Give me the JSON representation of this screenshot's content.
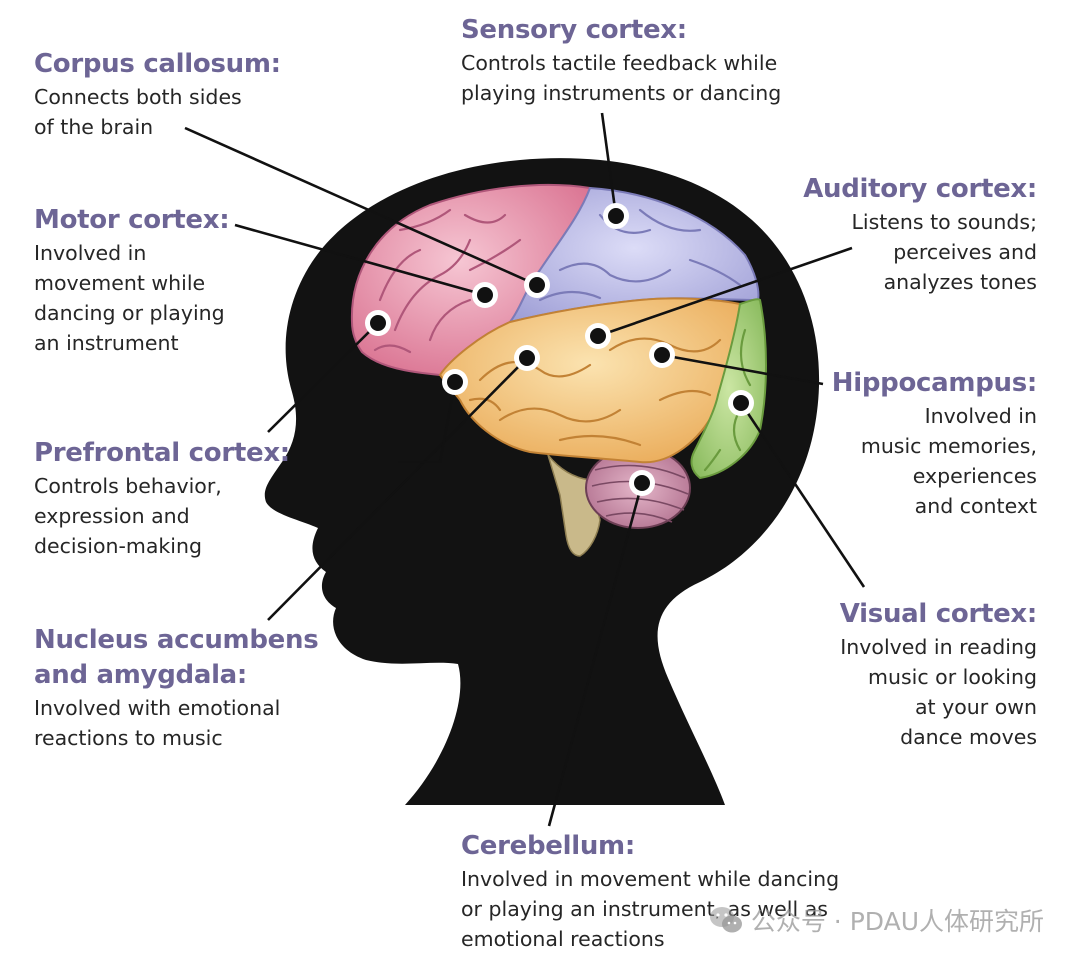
{
  "labels": {
    "corpus_callosum": {
      "title": "Corpus callosum:",
      "text": "Connects both sides\nof the brain"
    },
    "motor_cortex": {
      "title": "Motor cortex:",
      "text": "Involved in\nmovement while\ndancing or playing\nan instrument"
    },
    "prefrontal_cortex": {
      "title": "Prefrontal cortex:",
      "text": "Controls behavior,\nexpression and\ndecision-making"
    },
    "nucleus_accumbens": {
      "title": "Nucleus accumbens\nand amygdala:",
      "text": "Involved with emotional\nreactions to music"
    },
    "sensory_cortex": {
      "title": "Sensory cortex:",
      "text": "Controls tactile feedback while\nplaying instruments or dancing"
    },
    "auditory_cortex": {
      "title": "Auditory cortex:",
      "text": "Listens to sounds;\nperceives and\nanalyzes tones"
    },
    "hippocampus": {
      "title": "Hippocampus:",
      "text": "Involved in\nmusic memories,\nexperiences\nand context"
    },
    "visual_cortex": {
      "title": "Visual cortex:",
      "text": "Involved in reading\nmusic or looking\nat your own\ndance moves"
    },
    "cerebellum": {
      "title": "Cerebellum:",
      "text": "Involved in movement while dancing\nor playing an instrument, as well as\nemotional reactions"
    }
  },
  "watermark": {
    "text": "公众号 · PDAU人体研究所"
  },
  "colors": {
    "title": "#6d6595",
    "frontal": "#e9a0b5",
    "parietal": "#b6b6e4",
    "temporal": "#f3c278",
    "occipital": "#a6cf77",
    "cerebellum": "#c78fa9",
    "silhouette": "#121212"
  }
}
